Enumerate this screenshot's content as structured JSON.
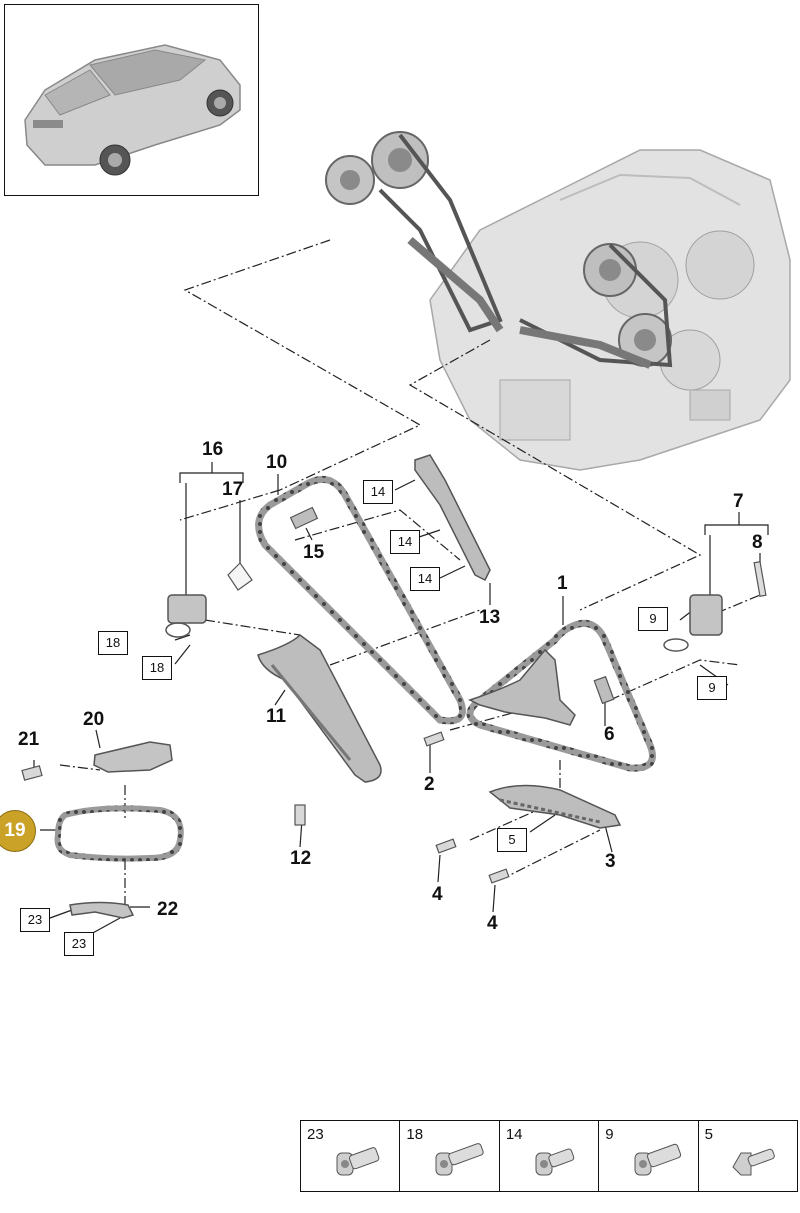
{
  "labels": {
    "l1": "1",
    "l2": "2",
    "l3": "3",
    "l4a": "4",
    "l4b": "4",
    "l6": "6",
    "l7": "7",
    "l8": "8",
    "l10": "10",
    "l11": "11",
    "l12": "12",
    "l13": "13",
    "l15": "15",
    "l16": "16",
    "l17": "17",
    "l20": "20",
    "l21": "21",
    "l22": "22"
  },
  "boxes": {
    "b14a": "14",
    "b14b": "14",
    "b14c": "14",
    "b18a": "18",
    "b18b": "18",
    "b9a": "9",
    "b9b": "9",
    "b5": "5",
    "b23a": "23",
    "b23b": "23"
  },
  "highlight": {
    "number": "19",
    "color": "#c9a227"
  },
  "legend": [
    {
      "number": "23",
      "icon": "bolt-icon"
    },
    {
      "number": "18",
      "icon": "bolt-icon"
    },
    {
      "number": "14",
      "icon": "bolt-icon"
    },
    {
      "number": "9",
      "icon": "bolt-icon"
    },
    {
      "number": "5",
      "icon": "bolt-icon"
    }
  ]
}
